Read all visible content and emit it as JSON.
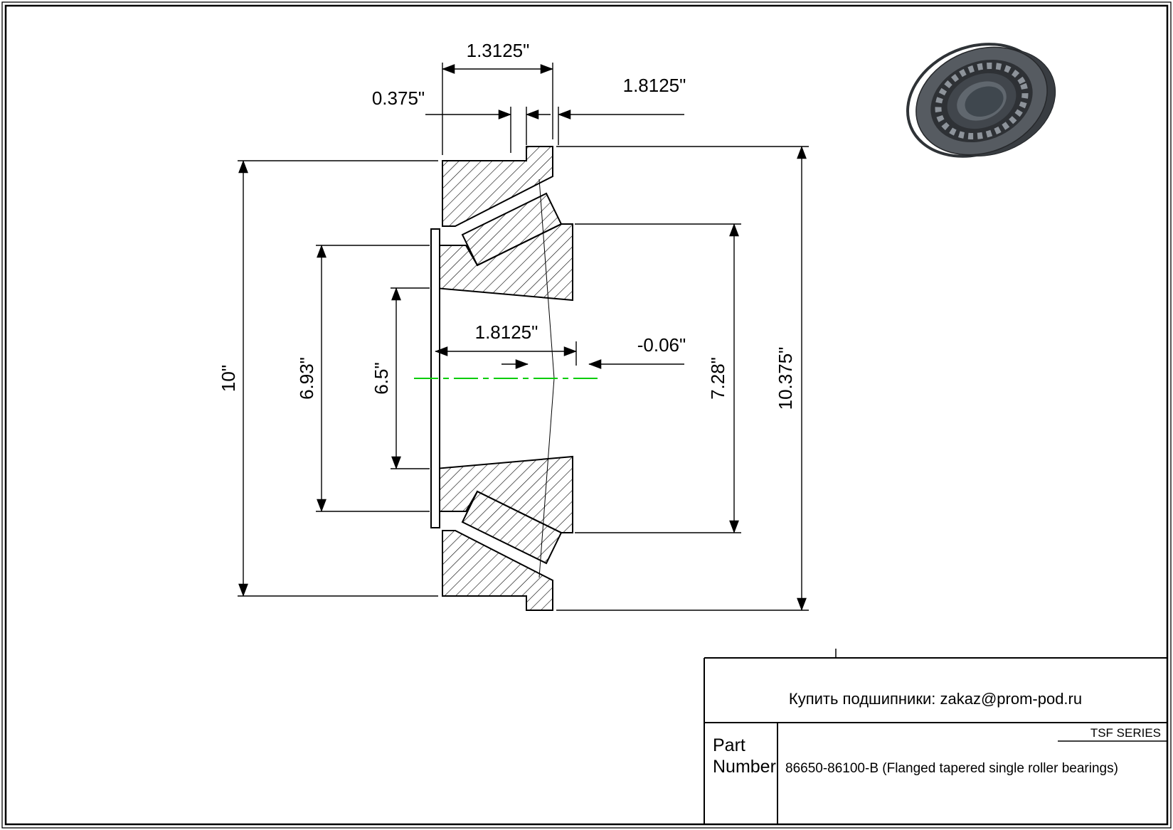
{
  "drawing": {
    "dimensions": {
      "cup_width": "1.3125\"",
      "flange_width": "0.375\"",
      "overall_width": "1.8125\"",
      "cup_outer_diameter": "10\"",
      "cone_diameter": "6.93\"",
      "bore_diameter": "6.5\"",
      "cone_width": "1.8125\"",
      "offset": "-0.06\"",
      "rib_diameter": "7.28\"",
      "flange_diameter": "10.375\""
    },
    "centerline_color": "#00cc00"
  },
  "title_block": {
    "supplier": "Купить подшипники: zakaz@prom-pod.ru",
    "series": "TSF SERIES",
    "part_label": [
      "Part",
      "Number"
    ],
    "part_number": "86650-86100-B (Flanged tapered single roller bearings)"
  }
}
